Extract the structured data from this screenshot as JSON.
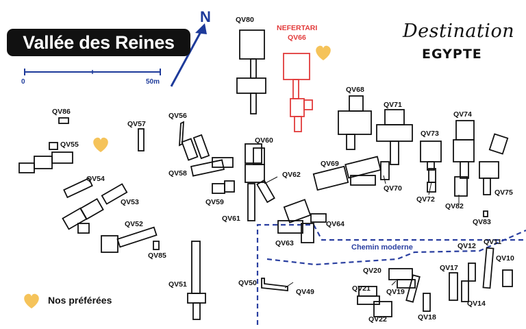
{
  "map": {
    "title": "Vallée des Reines",
    "north": "N",
    "scale_start": "0",
    "scale_end": "50m",
    "brand_script": "Destination",
    "brand_caps": "EGYPTE",
    "legend": "Nos préférées",
    "path_label": "Chemin moderne",
    "nefertari_name": "NEFERTARI",
    "nefertari_id": "QV66",
    "colors": {
      "tomb": "#111111",
      "nefertari": "#e23a3a",
      "path": "#2a3fa0",
      "heart": "#f5c35a",
      "north": "#1d3a9a"
    },
    "tombs": [
      "QV80",
      "QV68",
      "QV71",
      "QV74",
      "QV73",
      "QV86",
      "QV57",
      "QV56",
      "QV55",
      "QV60",
      "QV58",
      "QV62",
      "QV69",
      "QV54",
      "QV59",
      "QV70",
      "QV72",
      "QV82",
      "QV75",
      "QV53",
      "QV61",
      "QV64",
      "QV83",
      "QV52",
      "QV63",
      "QV85",
      "QV12",
      "QV11",
      "QV10",
      "QV17",
      "QV20",
      "QV51",
      "QV50",
      "QV49",
      "QV19",
      "QV21",
      "QV14",
      "QV18",
      "QV22"
    ]
  }
}
